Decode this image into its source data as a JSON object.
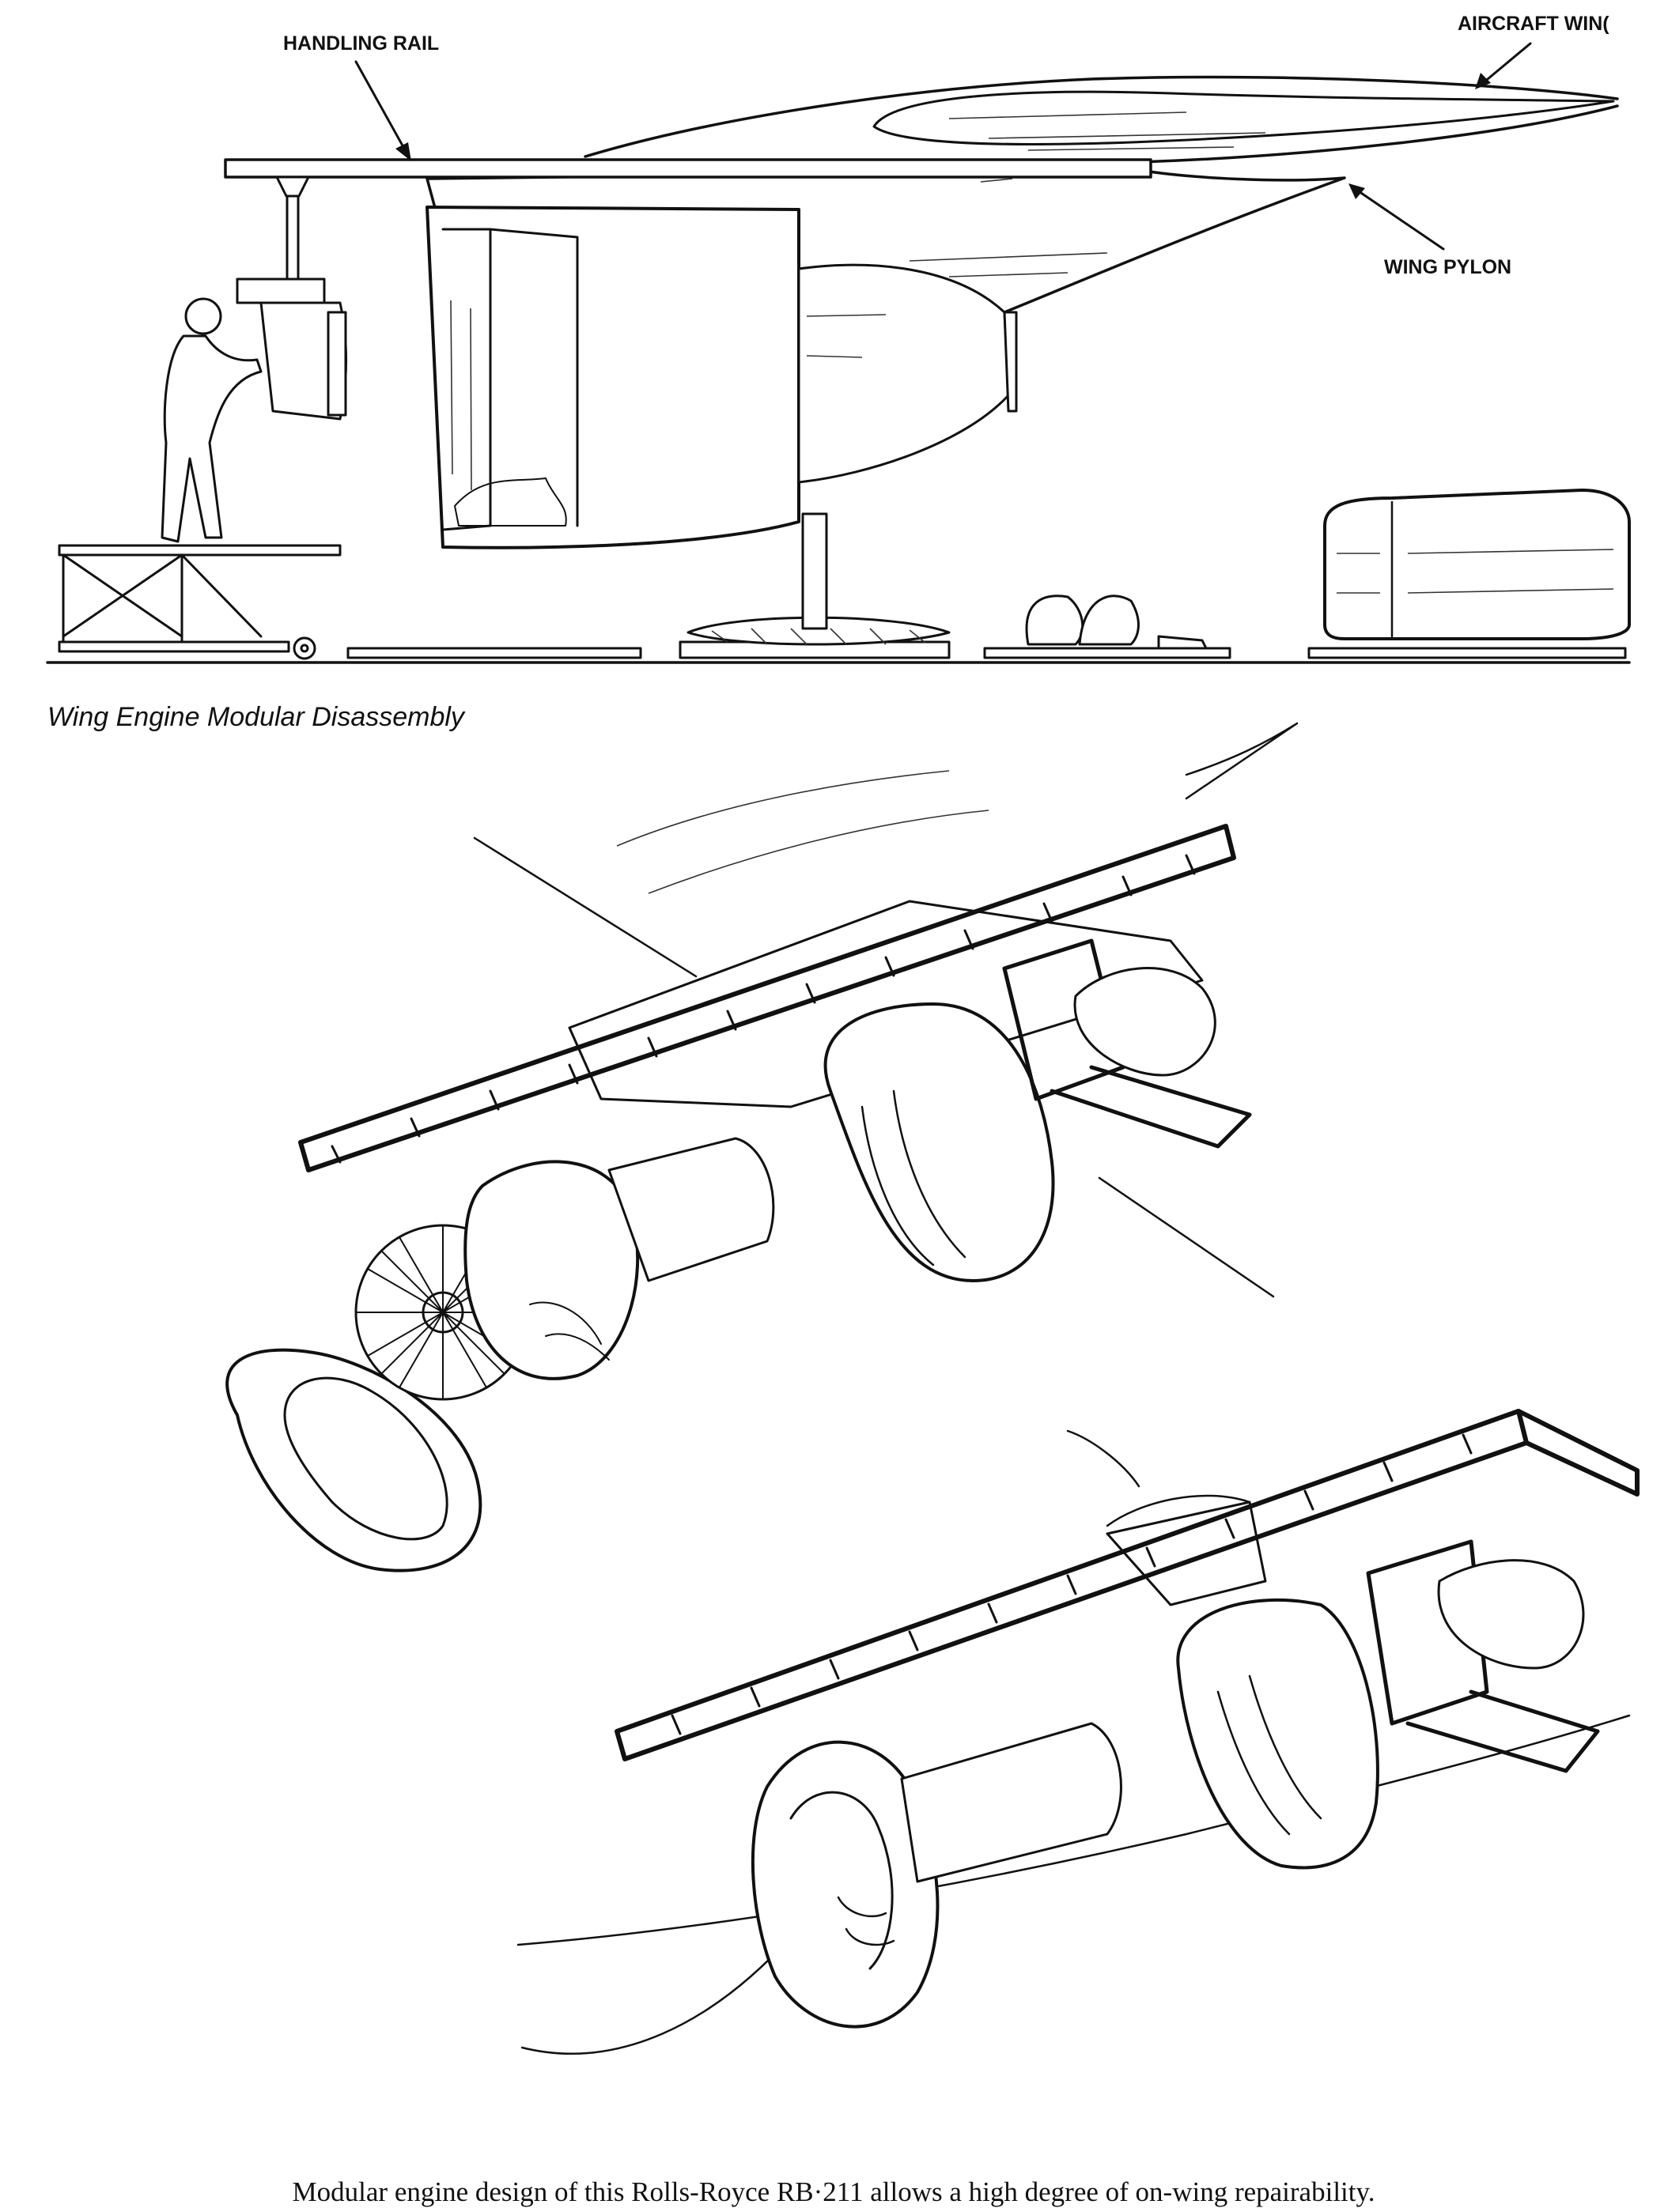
{
  "labels": {
    "handling_rail": "HANDLING RAIL",
    "aircraft_wing": "AIRCRAFT WIN(",
    "wing_pylon": "WING PYLON"
  },
  "top_caption": "Wing Engine Modular Disassembly",
  "bottom_caption": "Modular engine design of this Rolls-Royce RB·211 allows a high degree of on-wing repairability."
}
